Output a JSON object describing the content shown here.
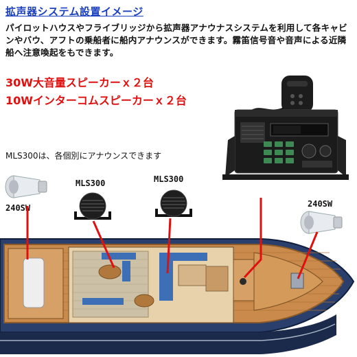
{
  "header": {
    "title": "拡声器システム設置イメージ",
    "intro": "パイロットハウスやフライブリッジから拡声器アナウナスシステムを利用して各キャビンやバウ、アフトの乗船者に船内アナウンスができます。霧笛信号音や音声による近隣船へ注意喚起をもできます。"
  },
  "highlights": {
    "line1": "30W大音量スピーカーｘ２台",
    "line2": "10Wインターコムスピーカーｘ２台"
  },
  "notes": {
    "mls_note": "MLS300は、各個別にアナウンスできます"
  },
  "labels": {
    "horn_left": "240SW",
    "mls_1": "MLS300",
    "mls_2": "MLS300",
    "horn_right": "240SW"
  },
  "colors": {
    "title": "#1a3fbf",
    "highlight": "#e01010",
    "lead_line": "#e01010",
    "hull": "#2a3f6b",
    "deck": "#c98a4b"
  },
  "icons": {
    "horn_speaker": "horn-speaker-icon",
    "round_speaker": "round-speaker-icon",
    "radio_unit": "radio-unit-icon",
    "boat": "boat-plan-icon"
  }
}
